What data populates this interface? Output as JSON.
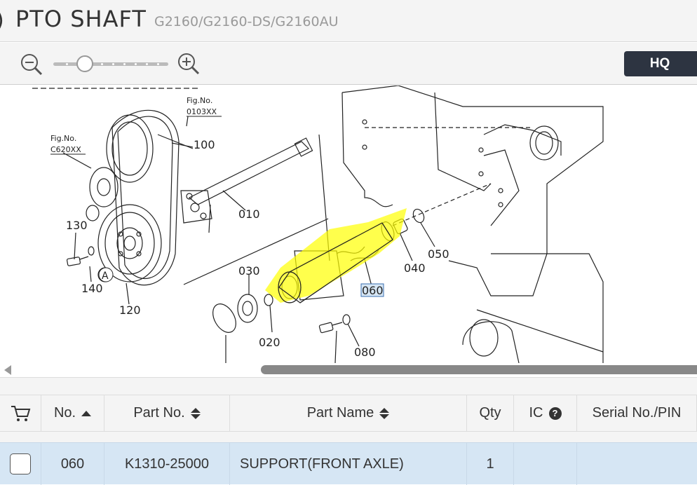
{
  "header": {
    "title": "PTO SHAFT",
    "models": "G2160/G2160-DS/G2160AU",
    "back_glyph": ")"
  },
  "toolbar": {
    "zoom_out_icon": "zoom-out-icon",
    "zoom_in_icon": "zoom-in-icon",
    "zoom_level": 0.2,
    "hq_label": "HQ"
  },
  "diagram": {
    "callouts": [
      "100",
      "010",
      "130",
      "140",
      "120",
      "030",
      "020",
      "060",
      "040",
      "050",
      "080"
    ],
    "fig_labels": [
      {
        "line1": "Fig.No.",
        "line2": "0103XX"
      },
      {
        "line1": "Fig.No.",
        "line2": "C620XX"
      }
    ],
    "circle_label": "A",
    "highlight_color": "#ffff00",
    "selected_callout": "060"
  },
  "table": {
    "columns": {
      "cart_icon": "cart-icon",
      "no": "No.",
      "part_no": "Part No.",
      "part_name": "Part Name",
      "qty": "Qty",
      "ic": "IC",
      "serial": "Serial No./PIN"
    },
    "rows": [
      {
        "no": "060",
        "part_no": "K1310-25000",
        "part_name": "SUPPORT(FRONT AXLE)",
        "qty": "1",
        "ic": "",
        "serial": ""
      }
    ]
  },
  "colors": {
    "hq_button": "#2d3441",
    "selected_row": "#d6e6f4",
    "highlight": "#ffff00"
  }
}
